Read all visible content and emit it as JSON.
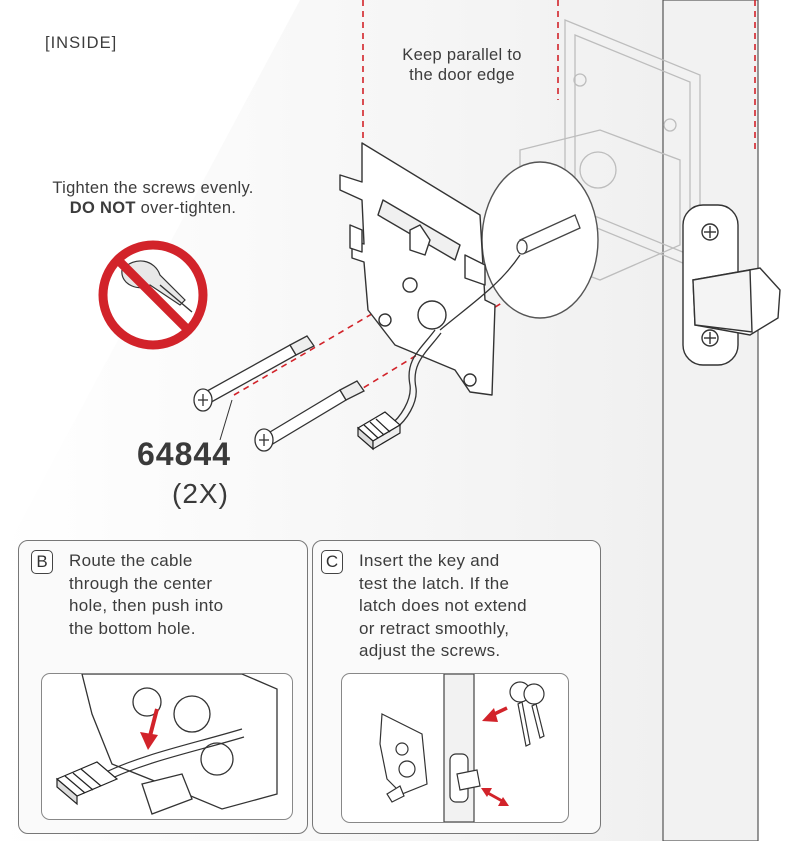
{
  "location_label": "[INSIDE]",
  "parallel_note": [
    "Keep parallel to",
    "the door edge"
  ],
  "tighten_note": {
    "line1": "Tighten the screws evenly.",
    "emphasis": "DO NOT",
    "line2_rest": " over-tighten."
  },
  "part": {
    "number": "64844",
    "quantity": "(2X)"
  },
  "steps": [
    {
      "badge": "B",
      "lines": [
        "Route the cable",
        "through the center",
        "hole, then push into",
        "the bottom hole."
      ]
    },
    {
      "badge": "C",
      "lines": [
        "Insert the key and",
        "test the latch. If the",
        "latch does not extend",
        "or retract smoothly,",
        "adjust the screws."
      ]
    }
  ],
  "colors": {
    "accent_red": "#d2232a",
    "line_gray": "#3a3a3a",
    "door_shade": "#efefef"
  },
  "icons": [
    "prohibited-overtighten-icon",
    "screw-icon",
    "arrow-icon",
    "key-icon"
  ]
}
